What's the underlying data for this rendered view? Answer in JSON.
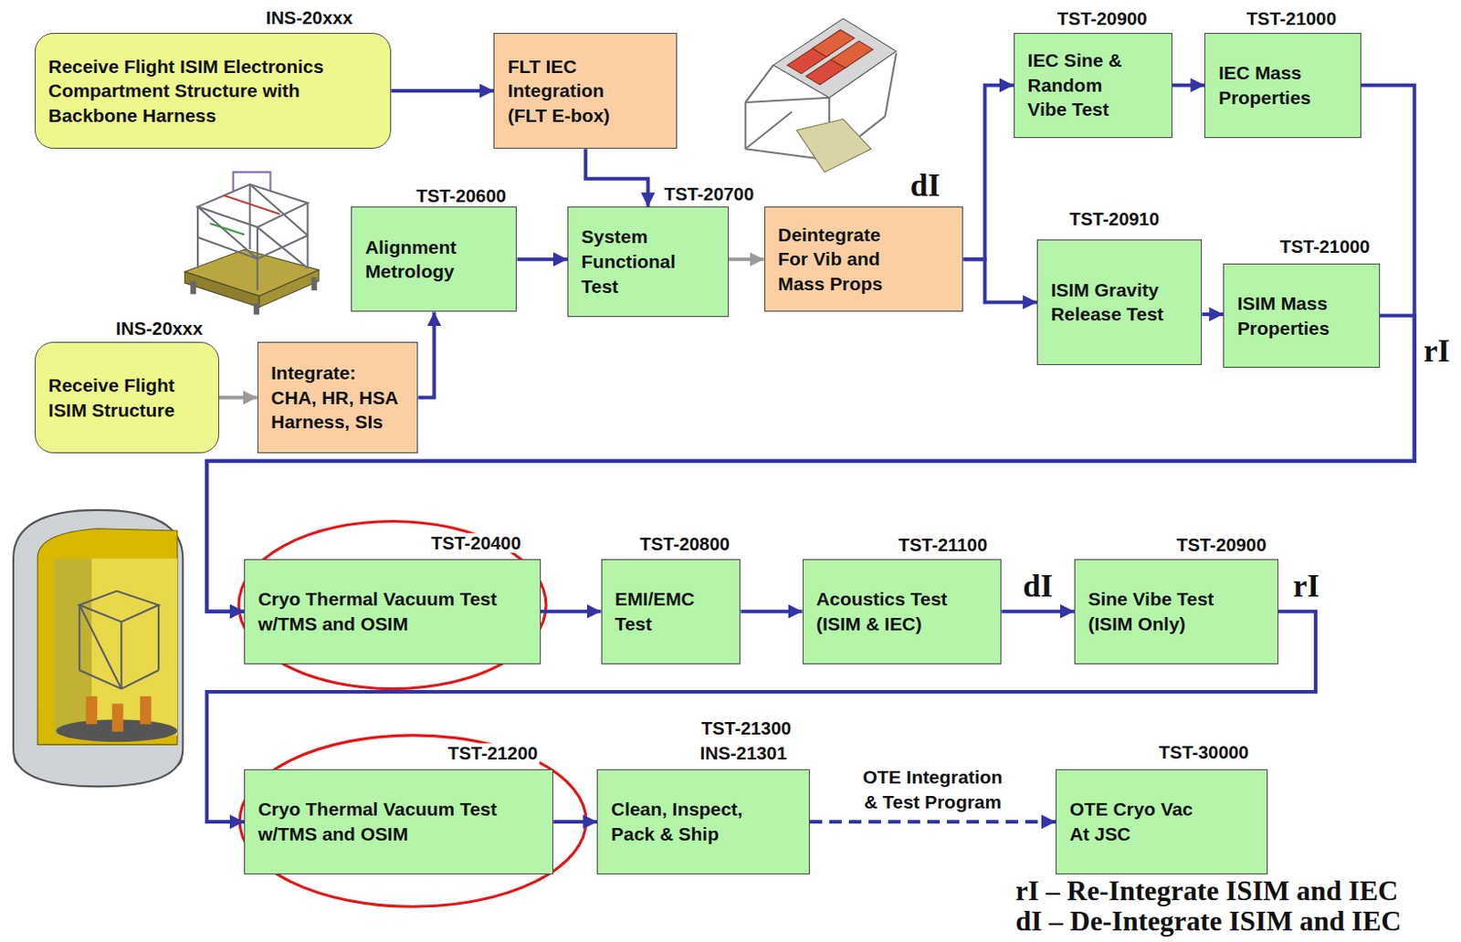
{
  "diagram": {
    "nodes": [
      {
        "text": [
          "INS-20xxx",
          "Receive Flight ISIM Electronics Compartment Structure with Backbone Harness"
        ]
      },
      {
        "text": [
          "FLT IEC Integration (FLT E-box)"
        ]
      },
      {
        "text": [
          "TST-20900",
          "IEC Sine & Random Vibe Test"
        ]
      },
      {
        "text": [
          "TST-21000",
          "IEC Mass Properties"
        ]
      },
      {
        "text": [
          "TST-20600",
          "Alignment Metrology"
        ]
      },
      {
        "text": [
          "TST-20700",
          "System Functional Test"
        ]
      },
      {
        "text": [
          "Deintegrate For Vib and Mass Props"
        ]
      },
      {
        "text": [
          "TST-20910",
          "ISIM Gravity Release Test"
        ]
      },
      {
        "text": [
          "TST-21000",
          "ISIM Mass Properties"
        ]
      },
      {
        "text": [
          "INS-20xxx",
          "Receive Flight ISIM Structure"
        ]
      },
      {
        "text": [
          "Integrate: CHA, HR, HSA Harness, SIs"
        ]
      },
      {
        "text": [
          "TST-20400",
          "Cryo Thermal Vacuum Test w/TMS and OSIM"
        ]
      },
      {
        "text": [
          "TST-20800",
          "EMI/EMC Test"
        ]
      },
      {
        "text": [
          "TST-21100",
          "Acoustics Test (ISIM & IEC)"
        ]
      },
      {
        "text": [
          "TST-20900",
          "Sine Vibe Test (ISIM Only)"
        ]
      },
      {
        "text": [
          "TST-21200",
          "Cryo Thermal Vacuum Test w/TMS and OSIM"
        ]
      },
      {
        "text": [
          "TST-21300",
          "INS-21301",
          "Clean, Inspect, Pack & Ship"
        ]
      },
      {
        "text": [
          "TST-30000",
          "OTE Cryo Vac At JSC"
        ]
      }
    ],
    "edges": [
      {
        "from": 0,
        "to": 1,
        "arrow": "to"
      },
      {
        "from": 1,
        "to": 5,
        "arrow": "to"
      },
      {
        "from": 9,
        "to": 10,
        "arrow": "to"
      },
      {
        "from": 10,
        "to": 4,
        "arrow": "to"
      },
      {
        "from": 4,
        "to": 5,
        "arrow": "to"
      },
      {
        "from": 5,
        "to": 6,
        "arrow": "to"
      },
      {
        "from": 6,
        "to": 2,
        "arrow": "to"
      },
      {
        "from": 6,
        "to": 7,
        "arrow": "to"
      },
      {
        "from": 2,
        "to": 3,
        "arrow": "to"
      },
      {
        "from": 7,
        "to": 8,
        "arrow": "to"
      },
      {
        "from": 3,
        "to": 11,
        "arrow": "to"
      },
      {
        "from": 8,
        "to": 11,
        "arrow": "to"
      },
      {
        "from": 11,
        "to": 12,
        "arrow": "to"
      },
      {
        "from": 12,
        "to": 13,
        "arrow": "to"
      },
      {
        "from": 13,
        "to": 14,
        "label": "dI",
        "arrow": "to"
      },
      {
        "from": 14,
        "to": 15,
        "label": "rI",
        "arrow": "to"
      },
      {
        "from": 15,
        "to": 16,
        "arrow": "to"
      },
      {
        "from": 16,
        "to": 17,
        "label": "OTE Integration & Test Program",
        "arrow": "to"
      }
    ],
    "labels": [
      "dI",
      "rI",
      "rI – Re-Integrate ISIM and IEC",
      "dI – De-Integrate ISIM and IEC"
    ]
  }
}
